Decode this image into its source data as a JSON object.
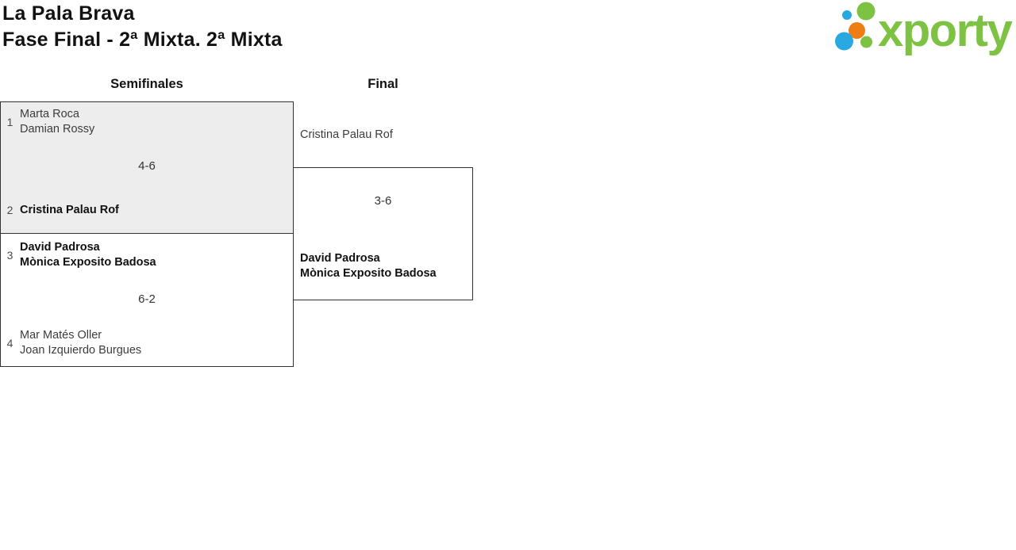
{
  "header": {
    "title": "La Pala Brava",
    "subtitle": "Fase Final - 2ª Mixta. 2ª Mixta"
  },
  "logo": {
    "brand": "xporty",
    "colors": {
      "green": "#7dc242",
      "blue": "#29a8e1",
      "orange": "#ef7d16"
    }
  },
  "bracket": {
    "round_labels": [
      "Semifinales",
      "Final"
    ],
    "semifinal1": {
      "team1": {
        "seed": "1",
        "players": [
          "Marta Roca",
          "Damian Rossy"
        ]
      },
      "score": "4-6",
      "team2": {
        "seed": "2",
        "players": [
          "Cristina Palau Rof"
        ]
      },
      "winner": "team2"
    },
    "semifinal2": {
      "team1": {
        "seed": "3",
        "players": [
          "David Padrosa",
          "Mònica Exposito Badosa"
        ]
      },
      "score": "6-2",
      "team2": {
        "seed": "4",
        "players": [
          "Mar Matés Oller",
          "Joan Izquierdo Burgues"
        ]
      },
      "winner": "team1"
    },
    "final": {
      "team1": {
        "players": [
          "Cristina Palau Rof"
        ]
      },
      "score": "3-6",
      "team2": {
        "players": [
          "David Padrosa",
          "Mònica Exposito Badosa"
        ]
      },
      "winner": "team2"
    }
  }
}
